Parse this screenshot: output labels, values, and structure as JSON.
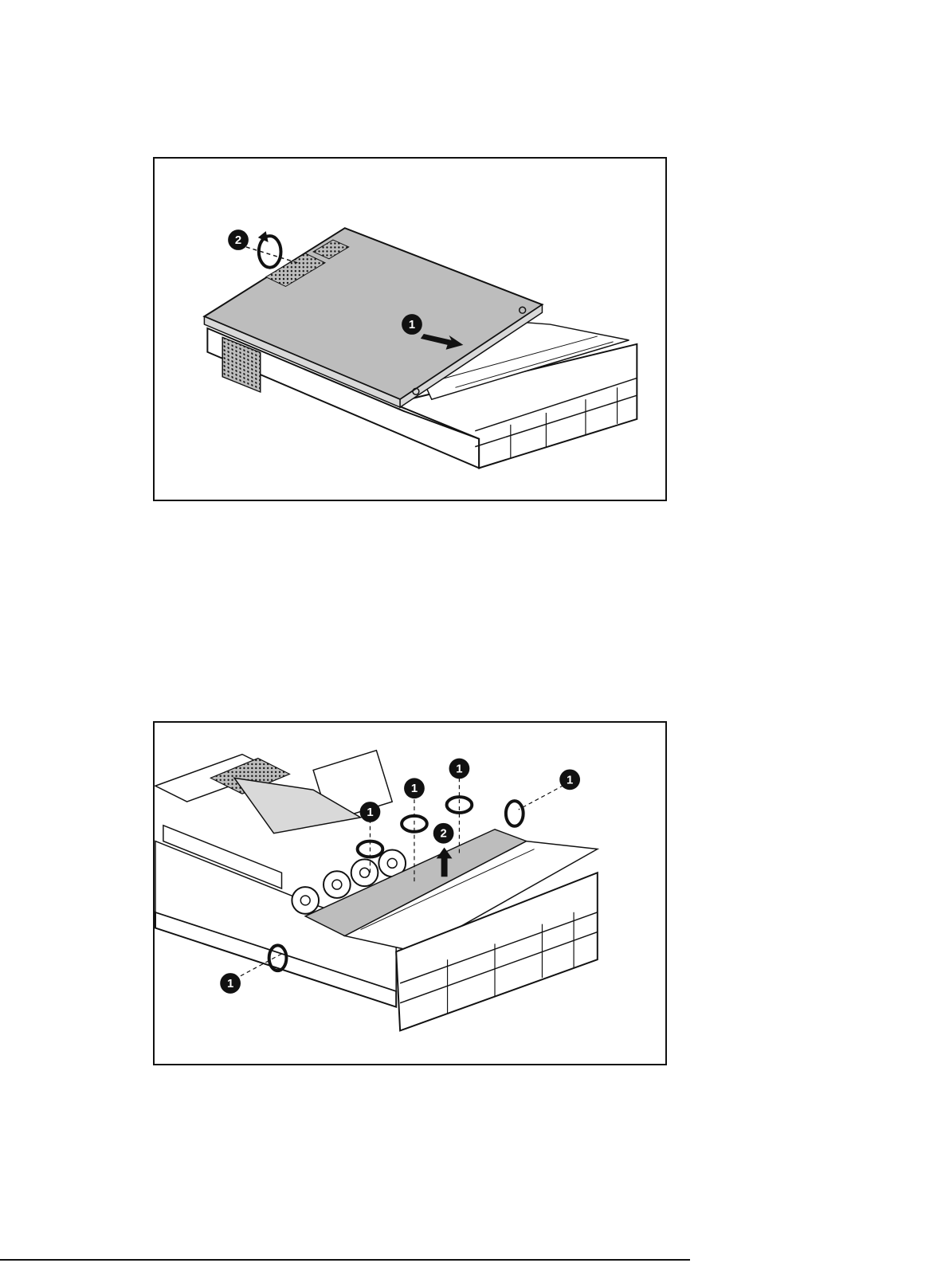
{
  "figures": [
    {
      "id": "access-panel-removal",
      "callouts": [
        {
          "label": "1",
          "meaning": "slide-panel-back"
        },
        {
          "label": "2",
          "meaning": "loosen-thumbscrew"
        }
      ]
    },
    {
      "id": "fan-cage-cover-removal",
      "callouts": [
        {
          "label": "1",
          "meaning": "loosen-screw-a"
        },
        {
          "label": "1",
          "meaning": "loosen-screw-b"
        },
        {
          "label": "1",
          "meaning": "loosen-screw-c"
        },
        {
          "label": "1",
          "meaning": "loosen-screw-right"
        },
        {
          "label": "1",
          "meaning": "loosen-screw-left"
        },
        {
          "label": "2",
          "meaning": "lift-cover"
        }
      ]
    }
  ],
  "colors": {
    "line": "#111111",
    "panel_fill": "#bdbdbd",
    "callout_fill": "#111111",
    "callout_text": "#ffffff"
  }
}
